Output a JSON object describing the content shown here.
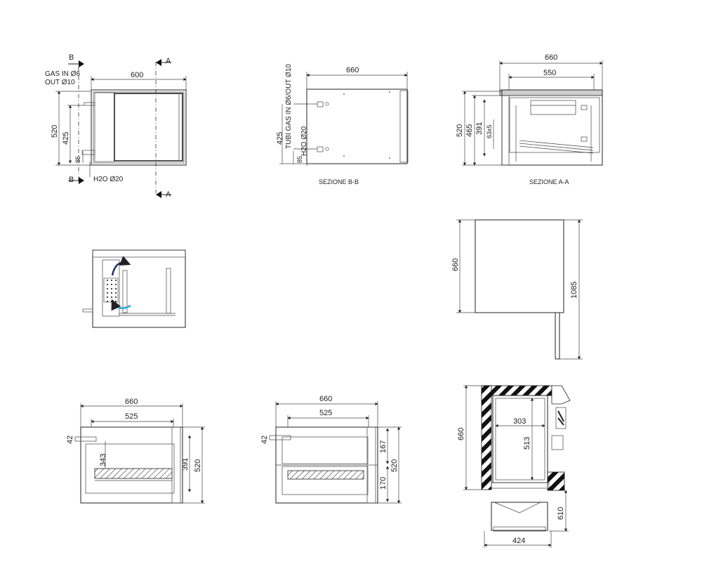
{
  "view_top_left": {
    "section_b_label": "B",
    "section_a_label": "A",
    "gas_line1": "GAS IN Ø6",
    "gas_line2": "OUT Ø10",
    "width_dim": "600",
    "height_dim": "520",
    "inner_dim": "425",
    "base_dim": "85",
    "water_label": "H2O Ø20"
  },
  "view_section_bb": {
    "width_dim": "660",
    "vertical_label": "TUBI GAS IN Ø6/OUT Ø10",
    "water_label": "H2O Ø20",
    "inner_dim": "425",
    "base_dim": "85",
    "caption": "SEZIONE B-B"
  },
  "view_section_aa": {
    "outer_dim": "660",
    "inner_dim": "550",
    "dim_520": "520",
    "dim_465": "465",
    "dim_391": "391",
    "dim_63x5": "63x5",
    "caption": "SEZIONE A-A"
  },
  "view_side": {
    "depth_dim": "660",
    "height_dim": "1085"
  },
  "view_bottom_left": {
    "width_dim": "660",
    "inner_dim": "525",
    "pipe_dim": "42",
    "level_dim": "343",
    "dim_391": "391",
    "dim_520": "520"
  },
  "view_bottom_mid": {
    "width_dim": "660",
    "inner_dim": "525",
    "pipe_dim": "42",
    "drawer_top": "167",
    "drawer_bottom": "170",
    "dim_520": "520"
  },
  "view_bottom_right": {
    "depth_dim": "660",
    "inner_width": "303",
    "inner_height": "513",
    "open_dim": "610",
    "base_width": "424"
  }
}
